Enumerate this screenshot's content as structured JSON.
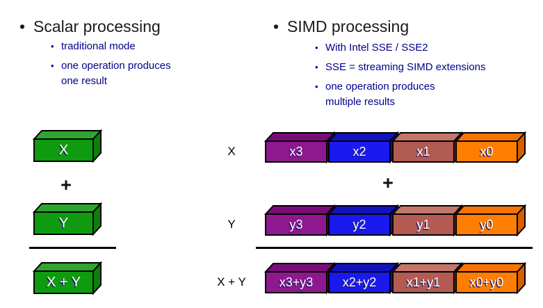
{
  "scalar_section": {
    "title": "Scalar processing",
    "bullets": [
      {
        "line1": "traditional mode",
        "line2": ""
      },
      {
        "line1": "one operation produces",
        "line2": "one result"
      }
    ],
    "plus": "+",
    "boxes": [
      {
        "text": "X",
        "color": "green"
      },
      {
        "text": "Y",
        "color": "green"
      },
      {
        "text": "X + Y",
        "color": "green"
      }
    ]
  },
  "simd_section": {
    "title": "SIMD processing",
    "bullets": [
      {
        "line1": "With Intel SSE / SSE2",
        "line2": ""
      },
      {
        "line1": "SSE = streaming SIMD extensions",
        "line2": ""
      },
      {
        "line1": "one operation produces",
        "line2": "multiple results"
      }
    ],
    "plus": "+",
    "rows": [
      {
        "label": "X",
        "cells": [
          {
            "text": "x3",
            "color": "purple"
          },
          {
            "text": "x2",
            "color": "blue"
          },
          {
            "text": "x1",
            "color": "brown"
          },
          {
            "text": "x0",
            "color": "orange"
          }
        ]
      },
      {
        "label": "Y",
        "cells": [
          {
            "text": "y3",
            "color": "purple"
          },
          {
            "text": "y2",
            "color": "blue"
          },
          {
            "text": "y1",
            "color": "brown"
          },
          {
            "text": "y0",
            "color": "orange"
          }
        ]
      },
      {
        "label": "X + Y",
        "cells": [
          {
            "text": "x3+y3",
            "color": "purple"
          },
          {
            "text": "x2+y2",
            "color": "blue"
          },
          {
            "text": "x1+y1",
            "color": "brown"
          },
          {
            "text": "x0+y0",
            "color": "orange"
          }
        ]
      }
    ]
  },
  "colors": {
    "title_text": "#1a1a1a",
    "bullet_text": "#00008B",
    "outline": "#000000",
    "label_text": "#ffffff",
    "green": {
      "front": "#0F9B0F",
      "top": "#2EA52E",
      "side": "#0C800C"
    },
    "purple": {
      "front": "#8E188E",
      "top": "#7A0C7A",
      "side": "#690B69"
    },
    "blue": {
      "front": "#1A1AEE",
      "top": "#1212BE",
      "side": "#0E0EA0"
    },
    "brown": {
      "front": "#B25B52",
      "top": "#C27769",
      "side": "#8F4038"
    },
    "orange": {
      "front": "#FF7D00",
      "top": "#F57300",
      "side": "#D95E00"
    }
  }
}
